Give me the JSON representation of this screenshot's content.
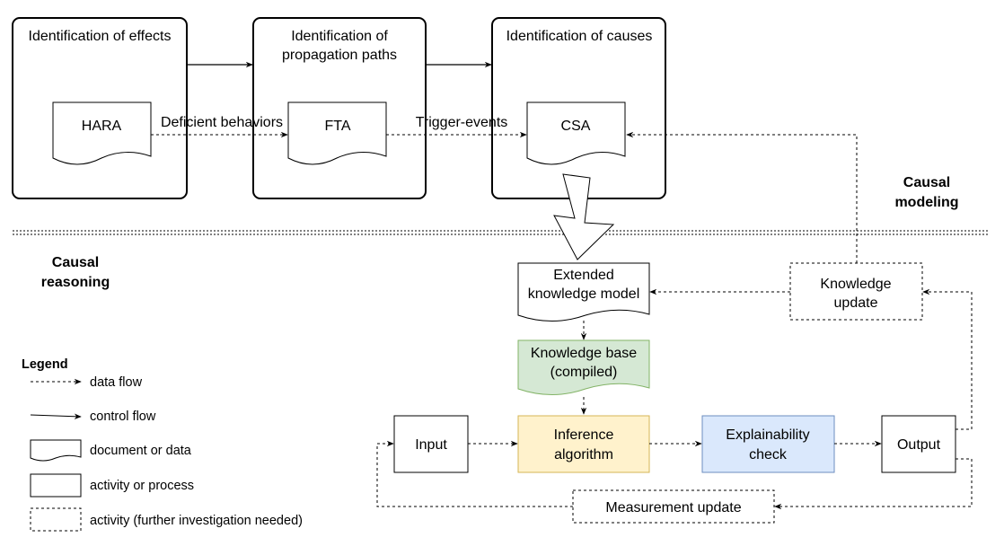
{
  "top": {
    "effects": {
      "title": "Identification of effects",
      "doc": "HARA"
    },
    "paths": {
      "title_line1": "Identification of",
      "title_line2": "propagation paths",
      "doc": "FTA"
    },
    "causes": {
      "title": "Identification of causes",
      "doc": "CSA"
    },
    "edge_deficient": "Deficient behaviors",
    "edge_trigger": "Trigger-events"
  },
  "sections": {
    "modeling_line1": "Causal",
    "modeling_line2": "modeling",
    "reasoning_line1": "Causal",
    "reasoning_line2": "reasoning"
  },
  "bottom": {
    "ext_model_line1": "Extended",
    "ext_model_line2": "knowledge model",
    "kb_line1": "Knowledge base",
    "kb_line2": "(compiled)",
    "input": "Input",
    "inference_line1": "Inference",
    "inference_line2": "algorithm",
    "explain_line1": "Explainability",
    "explain_line2": "check",
    "output": "Output",
    "knowledge_update_line1": "Knowledge",
    "knowledge_update_line2": "update",
    "measurement_update": "Measurement update"
  },
  "legend": {
    "title": "Legend",
    "data_flow": "data flow",
    "control_flow": "control flow",
    "document": "document or data",
    "activity": "activity or process",
    "activity_dashed": "activity (further investigation needed)"
  },
  "colors": {
    "kb_fill": "#d5e8d4",
    "kb_stroke": "#82b366",
    "inference_fill": "#fff2cc",
    "inference_stroke": "#d6b656",
    "explain_fill": "#dae8fc",
    "explain_stroke": "#6c8ebf"
  }
}
